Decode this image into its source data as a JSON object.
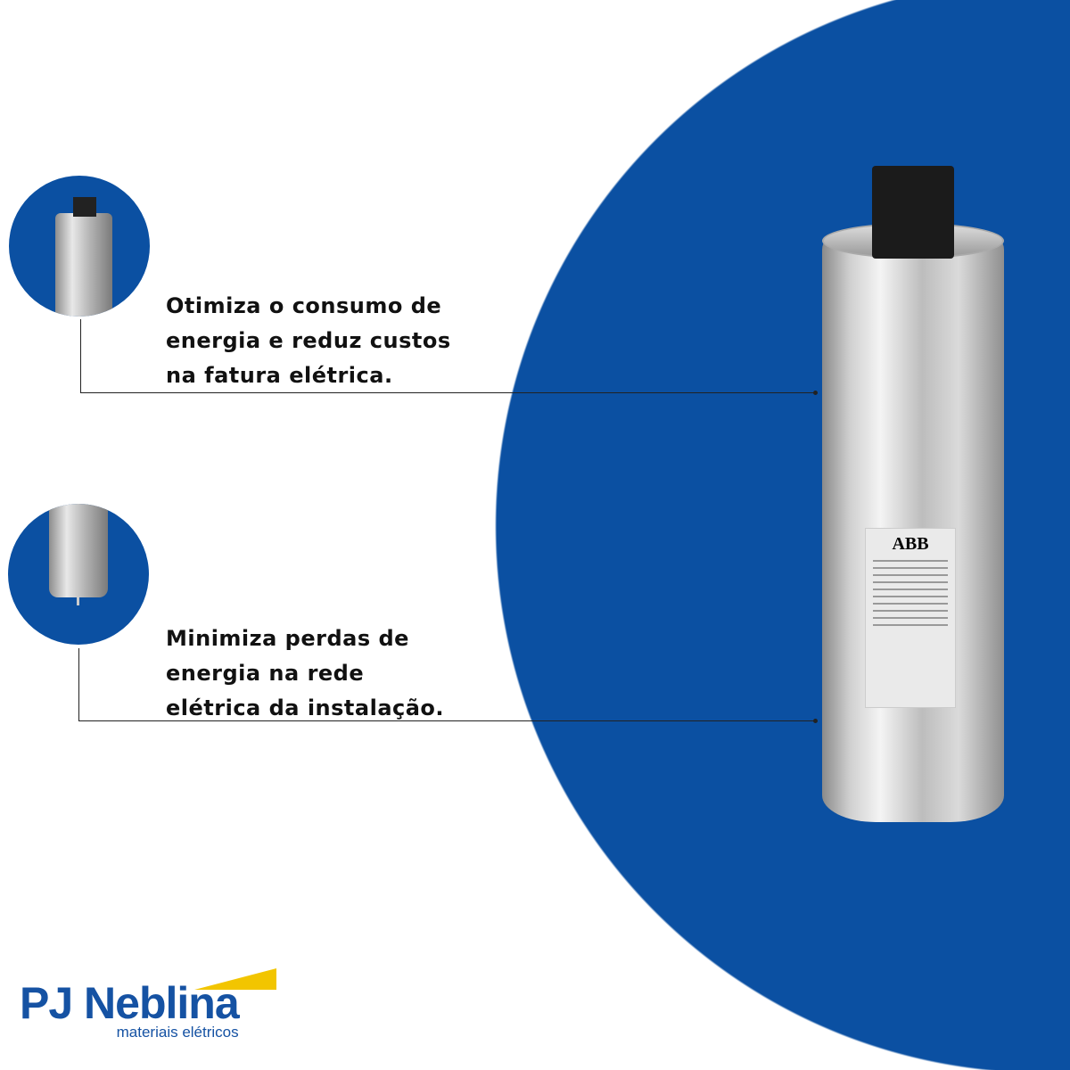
{
  "features": [
    {
      "text_lines": [
        "Otimiza o consumo de",
        "energia e reduz custos",
        "na fatura elétrica."
      ]
    },
    {
      "text_lines": [
        "Minimiza perdas de",
        "energia na rede",
        "elétrica da instalação."
      ]
    }
  ],
  "product": {
    "brand_label": "ABB"
  },
  "logo": {
    "name": "PJ Neblina",
    "tagline": "materiais elétricos"
  },
  "colors": {
    "accent_blue": "#0b50a2",
    "logo_yellow": "#f2c500"
  }
}
